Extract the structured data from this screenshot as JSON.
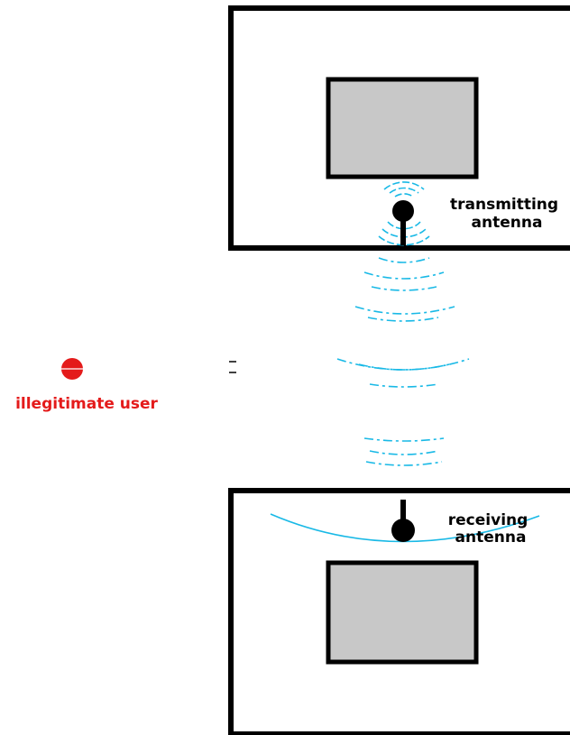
{
  "labels": {
    "transmitting": [
      "transmitting",
      "antenna"
    ],
    "receiving": [
      "receiving",
      "antenna"
    ],
    "illegitimate": "illegitimate user"
  },
  "colors": {
    "frame": "#000000",
    "device": "#c8c8c8",
    "wave": "#19b9e6",
    "illegitimate": "#e41b1b"
  },
  "icons": {
    "transmitter": "antenna-icon",
    "receiver": "antenna-icon",
    "illegitimate_user": "user-dot-icon"
  }
}
